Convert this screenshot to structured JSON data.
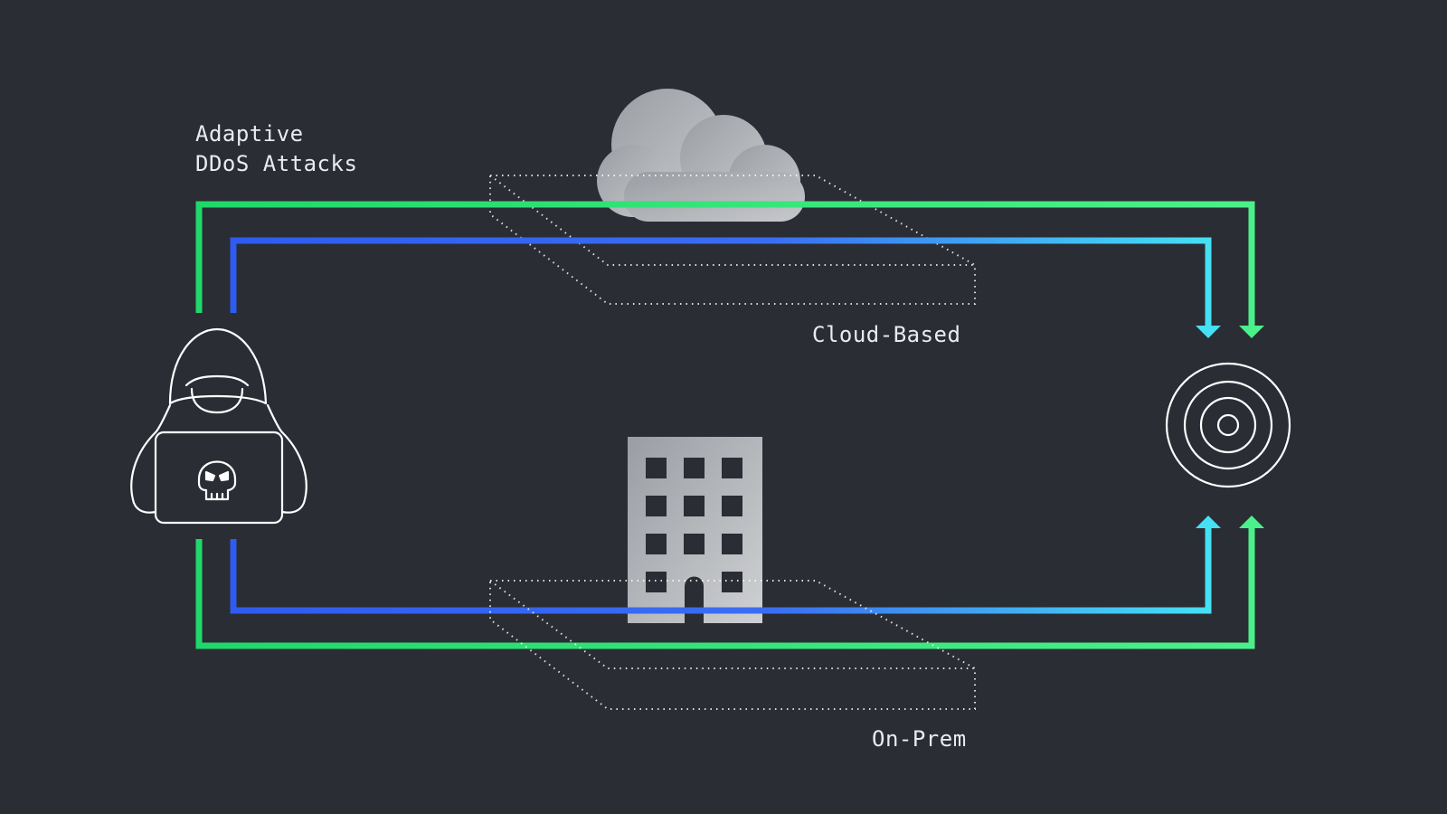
{
  "title": {
    "line1": "Adaptive",
    "line2": "DDoS Attacks"
  },
  "labels": {
    "cloud": "Cloud-Based",
    "onprem": "On-Prem"
  },
  "icons": {
    "attacker": "hooded-hacker-laptop-skull-icon",
    "cloud": "cloud-icon",
    "building": "office-building-icon",
    "target": "bullseye-target-icon"
  },
  "colors": {
    "background": "#2a2d34",
    "outer_route": "#2ee676",
    "inner_route_start": "#2f5cf0",
    "inner_route_end": "#45e0f4",
    "outline": "#ffffff",
    "text": "#e9ebee"
  }
}
